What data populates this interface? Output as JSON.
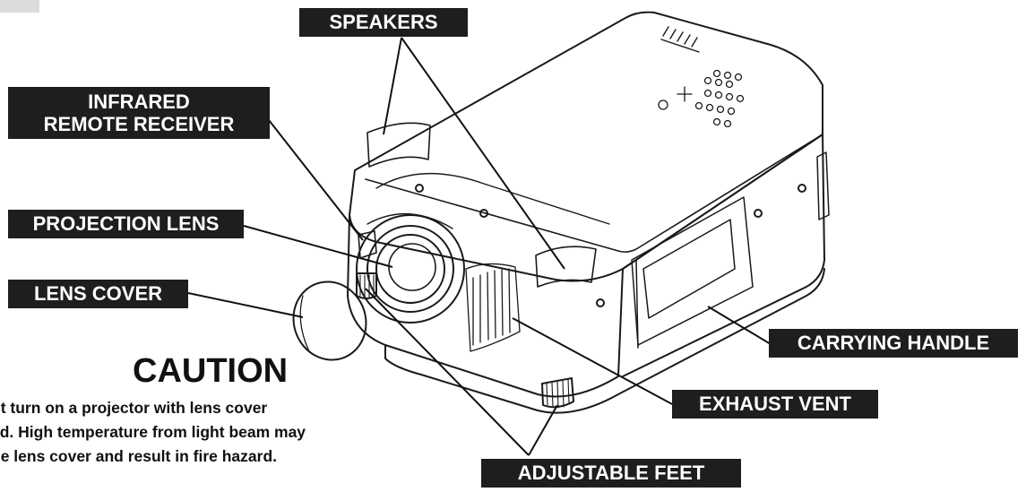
{
  "labels": {
    "speakers": "SPEAKERS",
    "infrared_line1": "INFRARED",
    "infrared_line2": "REMOTE RECEIVER",
    "projection_lens": "PROJECTION LENS",
    "lens_cover": "LENS COVER",
    "carrying_handle": "CARRYING HANDLE",
    "exhaust_vent": "EXHAUST VENT",
    "adjustable_feet": "ADJUSTABLE FEET"
  },
  "caution": {
    "title": "CAUTION",
    "line1": "ot turn on a projector with lens cover",
    "line2": "ed. High temperature from light beam may",
    "line3": "ge lens cover and result in fire hazard."
  },
  "colors": {
    "label_bg": "#1e1e1e",
    "label_text": "#ffffff",
    "line_art": "#1a1a1a"
  }
}
